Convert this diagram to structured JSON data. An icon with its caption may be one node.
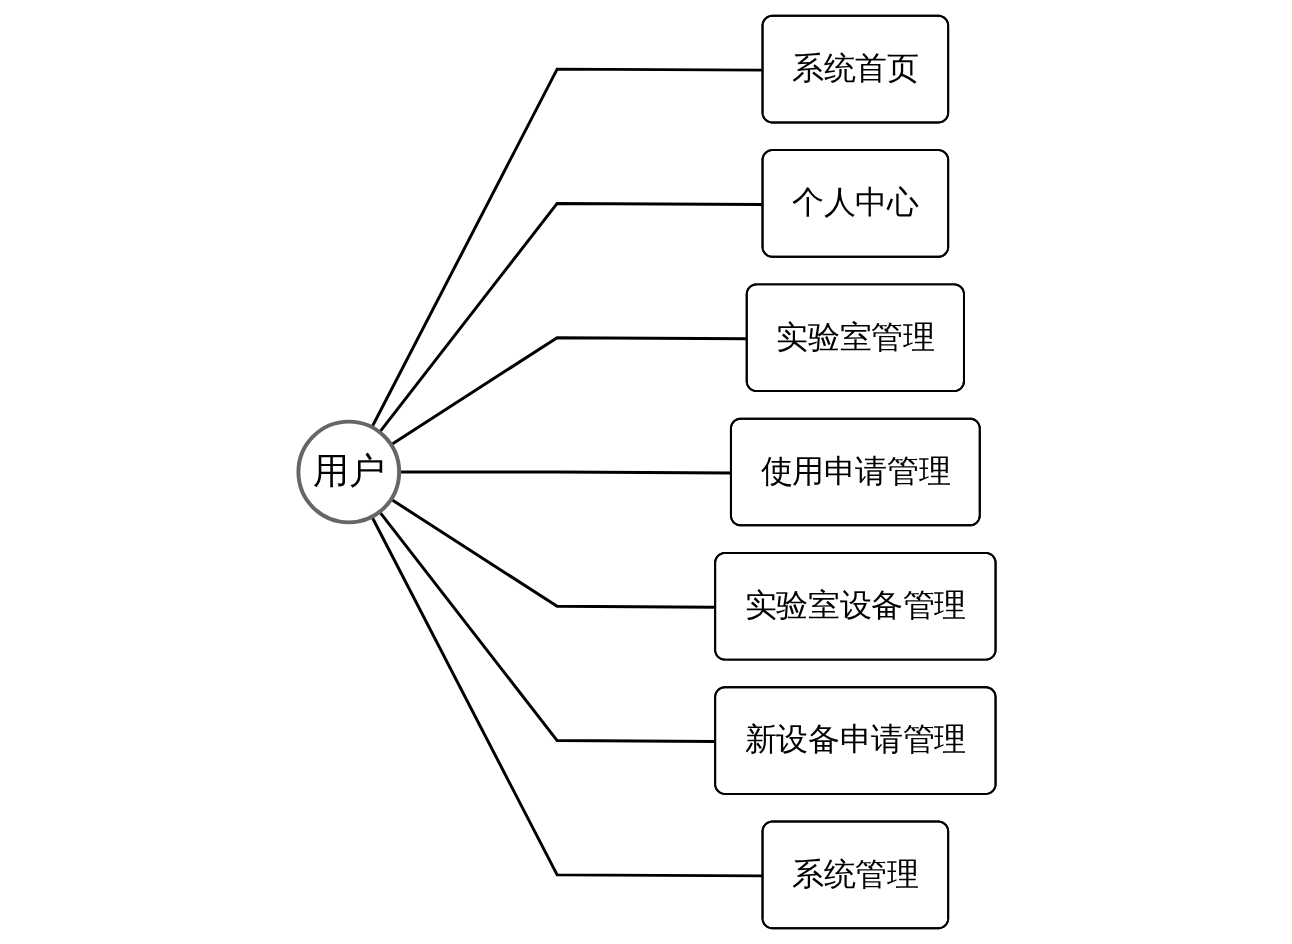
{
  "diagram": {
    "nodes": [
      {
        "text": [
          "用户"
        ]
      },
      {
        "text": [
          "系统首页"
        ]
      },
      {
        "text": [
          "个人中心"
        ]
      },
      {
        "text": [
          "实验室管理"
        ]
      },
      {
        "text": [
          "使用申请管理"
        ]
      },
      {
        "text": [
          "实验室设备管理"
        ]
      },
      {
        "text": [
          "新设备申请管理"
        ]
      },
      {
        "text": [
          "系统管理"
        ]
      }
    ],
    "edges": [
      {
        "from": 0,
        "to": 1,
        "arrow": "none"
      },
      {
        "from": 0,
        "to": 2,
        "arrow": "none"
      },
      {
        "from": 0,
        "to": 3,
        "arrow": "none"
      },
      {
        "from": 0,
        "to": 4,
        "arrow": "none"
      },
      {
        "from": 0,
        "to": 5,
        "arrow": "none"
      },
      {
        "from": 0,
        "to": 6,
        "arrow": "none"
      },
      {
        "from": 0,
        "to": 7,
        "arrow": "none"
      }
    ]
  }
}
